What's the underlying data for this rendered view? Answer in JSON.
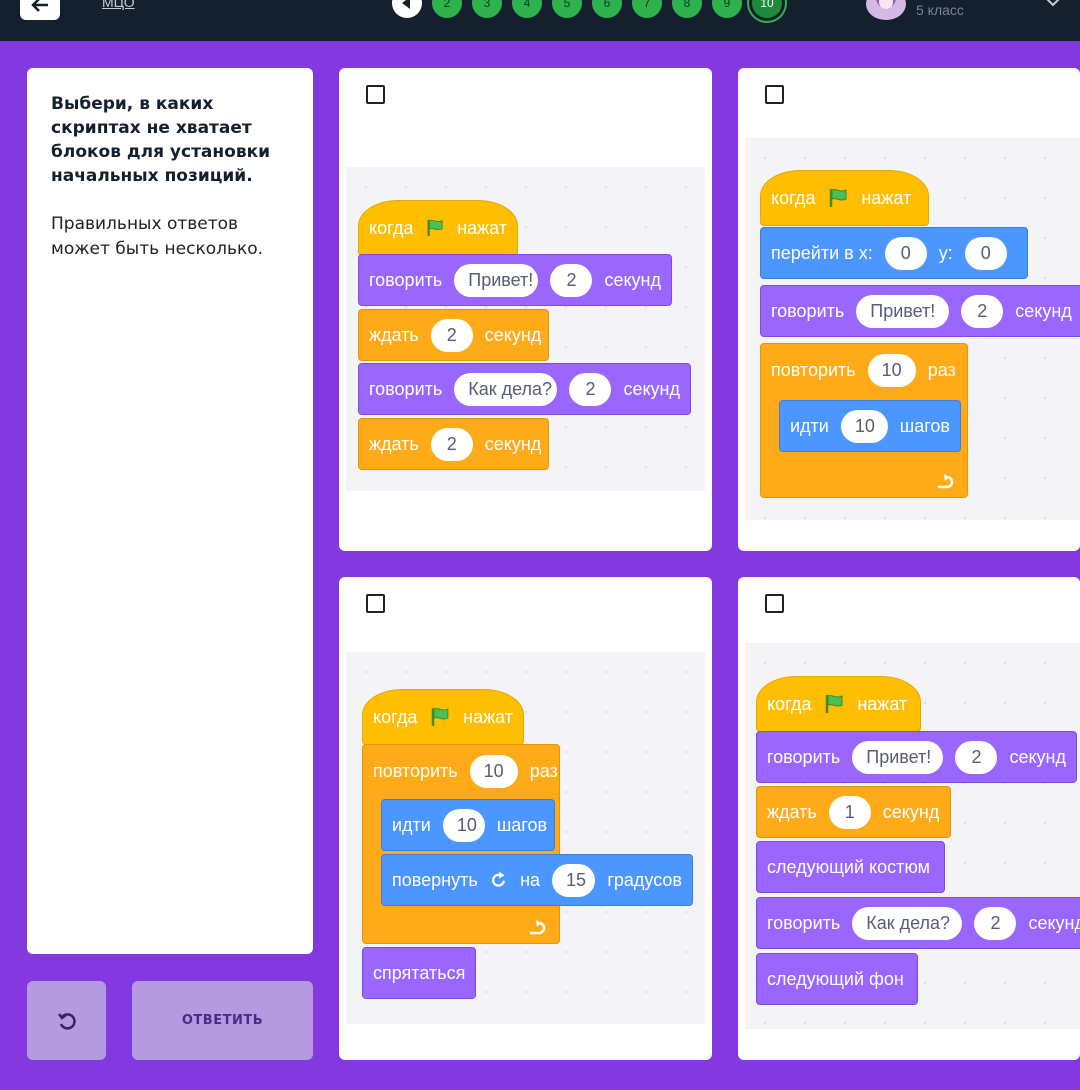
{
  "topbar": {
    "breadcrumb": "МЦО",
    "steps": [
      "",
      "2",
      "3",
      "4",
      "5",
      "6",
      "7",
      "8",
      "9",
      "10"
    ],
    "grade": "5 класс"
  },
  "question": {
    "title": "Выбери, в каких скриптах не хватает блоков для установки начальных позиций.",
    "hint": "Правильных ответов может быть несколько."
  },
  "actions": {
    "answer_label": "ОТВЕТИТЬ"
  },
  "scratch": {
    "when": "когда",
    "clicked": "нажат",
    "say": "говорить",
    "secs": "секунд",
    "wait": "ждать",
    "goto_x": "перейти в х:",
    "y": "у:",
    "repeat": "повторить",
    "times": "раз",
    "move": "идти",
    "steps_word": "шагов",
    "turn": "повернуть",
    "by": "на",
    "degrees": "градусов",
    "hide": "спрятаться",
    "next_costume": "следующий костюм",
    "next_backdrop": "следующий фон",
    "hello": "Привет!",
    "how_are_you": "Как дела?",
    "n0": "0",
    "n1": "1",
    "n2": "2",
    "n10": "10",
    "n15": "15"
  },
  "colors": {
    "page_bg": "#8338e0",
    "topbar": "#14202e",
    "events": "#ffbf00",
    "looks": "#9966ff",
    "control": "#ffab19",
    "motion": "#4c97ff"
  }
}
